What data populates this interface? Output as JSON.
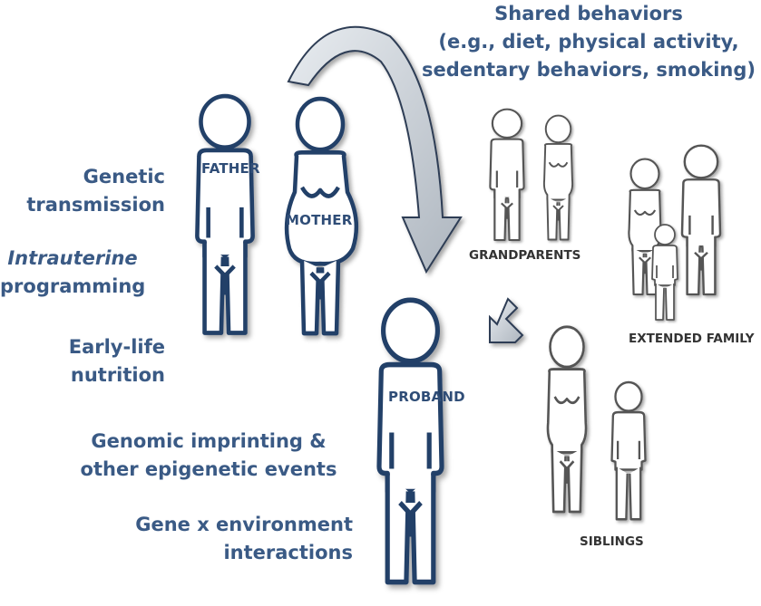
{
  "shared_behaviors": [
    "Shared behaviors",
    "(e.g., diet, physical activity,",
    "sedentary behaviors, smoking)"
  ],
  "mechanisms": {
    "genetic": [
      "Genetic",
      "transmission"
    ],
    "intrauterine": [
      "Intrauterine",
      "programming"
    ],
    "early_life": [
      "Early-life",
      "nutrition"
    ],
    "imprinting": [
      "Genomic imprinting &",
      "other epigenetic events"
    ],
    "gxe": [
      "Gene x environment",
      "interactions"
    ]
  },
  "figures": {
    "father": "FATHER",
    "mother": "MOTHER",
    "proband": "PROBAND"
  },
  "groups": {
    "grandparents": "GRANDPARENTS",
    "extended_family": "EXTENDED FAMILY",
    "siblings": "SIBLINGS"
  },
  "colors": {
    "label_text": "#3a5a85",
    "parents_stroke": "#243f68",
    "relatives_stroke": "#555555",
    "arrow_fill": "#c5cbd2"
  }
}
